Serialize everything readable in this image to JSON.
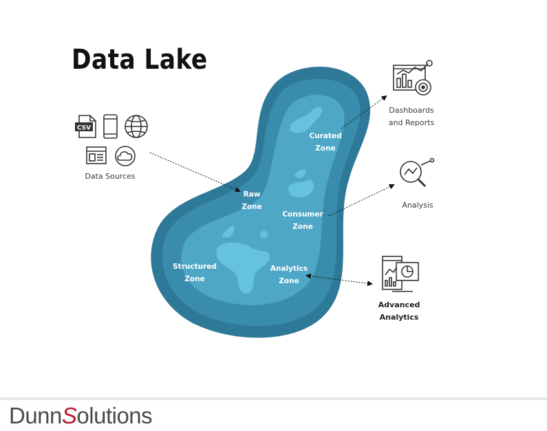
{
  "title": "Data Lake",
  "sources": {
    "label": "Data Sources",
    "icons": [
      "csv-file-icon",
      "mobile-phone-icon",
      "globe-icon",
      "browser-window-icon",
      "cloud-icon"
    ],
    "csv_text": "CSV"
  },
  "zones": {
    "raw": [
      "Raw",
      "Zone"
    ],
    "curated": [
      "Curated",
      "Zone"
    ],
    "consumer": [
      "Consumer",
      "Zone"
    ],
    "structured": [
      "Structured",
      "Zone"
    ],
    "analytics": [
      "Analytics",
      "Zone"
    ]
  },
  "outputs": {
    "dashboards": [
      "Dashboards",
      "and Reports"
    ],
    "analysis": "Analysis",
    "advanced": [
      "Advanced",
      "Analytics"
    ]
  },
  "colors": {
    "lake_outer": "#2e7898",
    "lake_mid": "#3a8cac",
    "lake_inner": "#4ea7c6",
    "lake_highlight": "#65c3df",
    "icon_stroke": "#333333",
    "brand_red": "#b0192f"
  },
  "brand": {
    "part1": "Dunn",
    "part2": "S",
    "part3": "olutions"
  }
}
